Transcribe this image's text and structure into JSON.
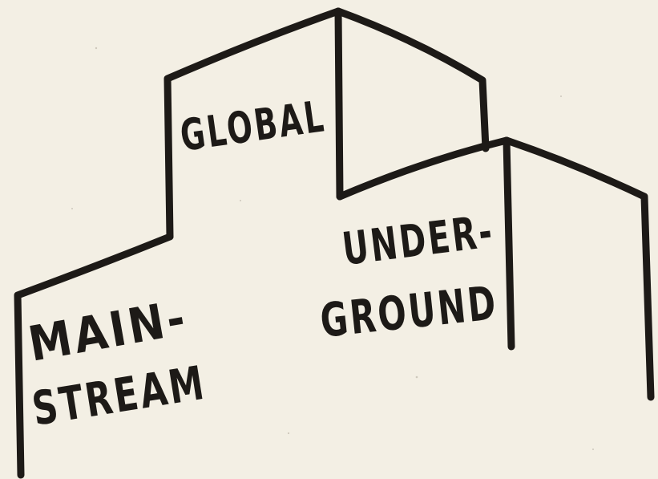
{
  "drawing": {
    "global_label": "GLOBAL",
    "underground_line1": "UNDER-",
    "underground_line2": "GROUND",
    "mainstream_line1": "MAIN-",
    "mainstream_line2": "STREAM"
  },
  "colors": {
    "paper": "#f3efe4",
    "ink": "#1d1a17"
  }
}
